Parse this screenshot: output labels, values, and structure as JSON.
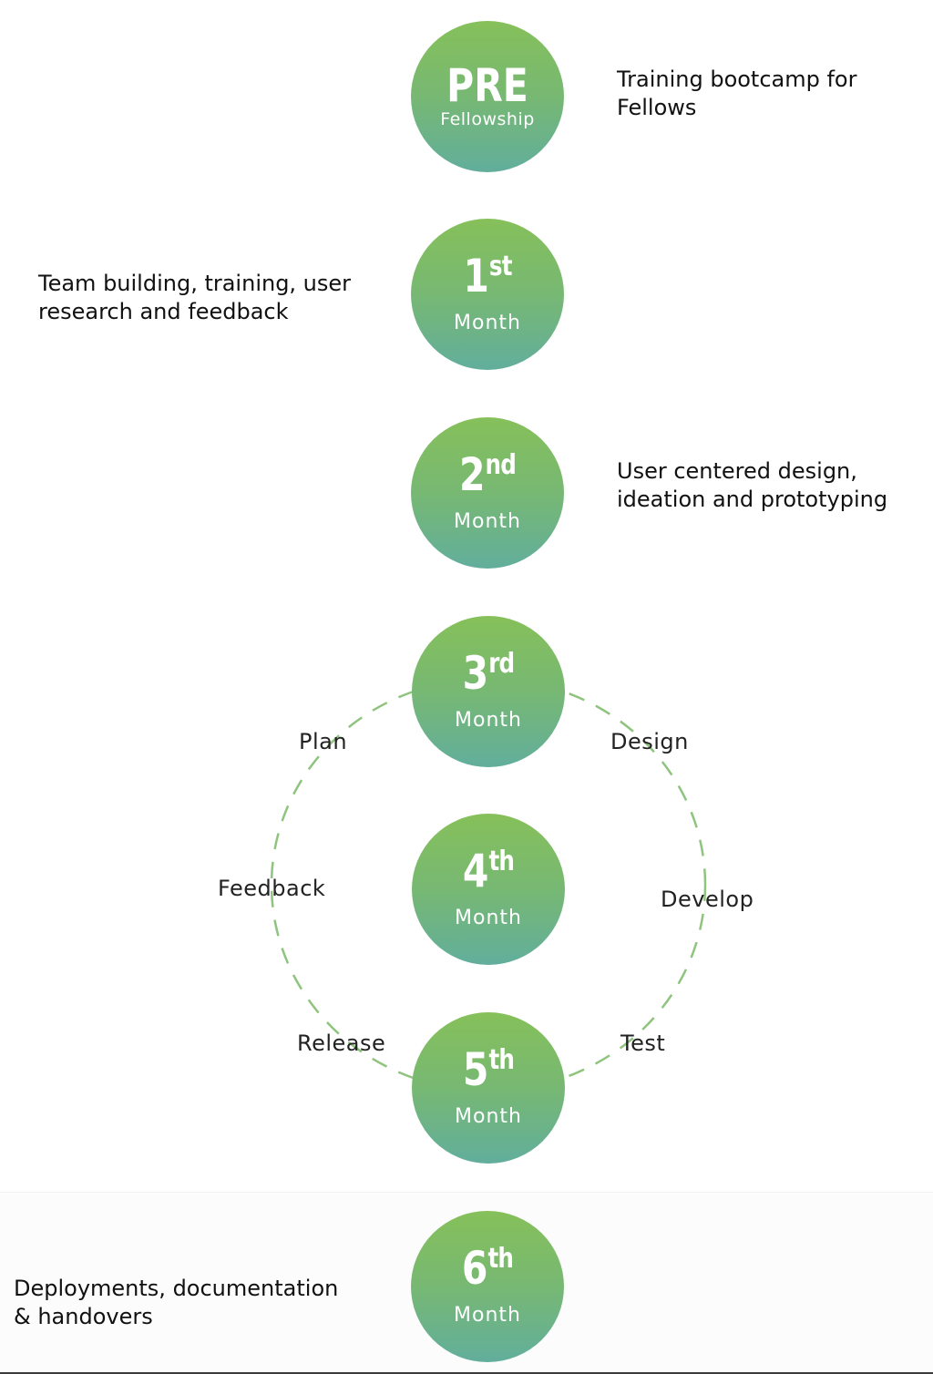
{
  "milestones": [
    {
      "big": "PRE",
      "sup": "",
      "sub": "Fellowship",
      "desc": "Training bootcamp for\nFellows"
    },
    {
      "big": "1",
      "sup": "st",
      "sub": "Month",
      "desc": "Team building, training, user\nresearch and feedback"
    },
    {
      "big": "2",
      "sup": "nd",
      "sub": "Month",
      "desc": "User centered design,\nideation and prototyping"
    },
    {
      "big": "3",
      "sup": "rd",
      "sub": "Month"
    },
    {
      "big": "4",
      "sup": "th",
      "sub": "Month"
    },
    {
      "big": "5",
      "sup": "th",
      "sub": "Month"
    },
    {
      "big": "6",
      "sup": "th",
      "sub": "Month",
      "desc": "Deployments, documentation\n& handovers"
    }
  ],
  "cycle": {
    "plan": "Plan",
    "design": "Design",
    "feedback": "Feedback",
    "develop": "Develop",
    "release": "Release",
    "test": "Test"
  },
  "colors": {
    "circle_top": "#86c05a",
    "circle_bottom": "#62ae9c",
    "cycle_dash": "#8fc47e"
  }
}
